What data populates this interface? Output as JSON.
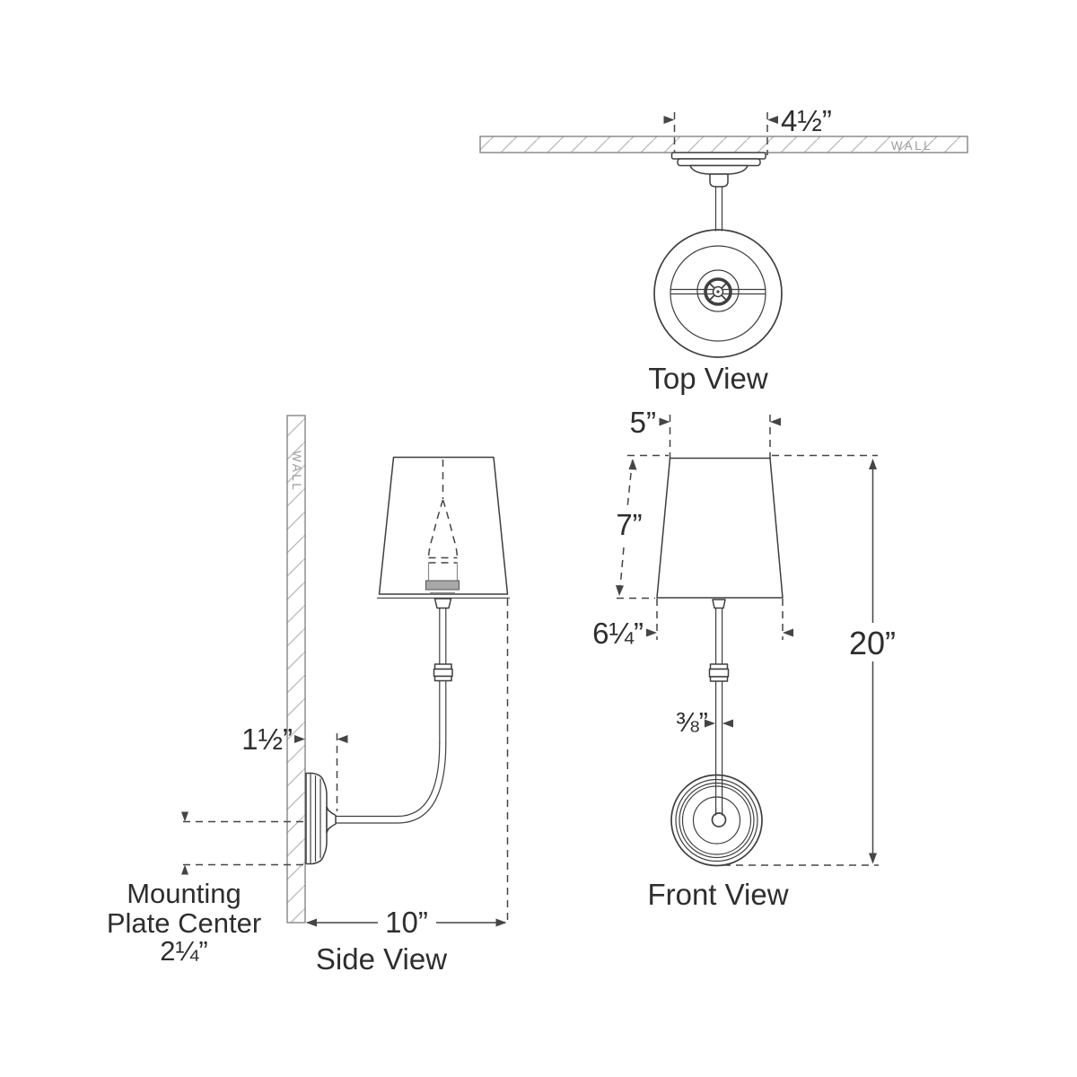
{
  "colors": {
    "line": "#3f3f3f",
    "dim": "#454545",
    "text": "#2e2e2e",
    "hatch": "#b9b9b9",
    "wall_line": "#7d7d7d",
    "wall_text": "#9c9c9c",
    "bg": "#ffffff"
  },
  "views": {
    "top": {
      "label": "Top View",
      "wall_label": "WALL",
      "dims": {
        "backplate_width": "4½”"
      }
    },
    "side": {
      "label": "Side View",
      "wall_label": "WALL",
      "dims": {
        "wall_offset": "1½”",
        "projection": "10”"
      },
      "note": {
        "line1": "Mounting",
        "line2": "Plate Center",
        "line3": "2¼”"
      }
    },
    "front": {
      "label": "Front View",
      "dims": {
        "shade_top_width": "5”",
        "shade_height": "7”",
        "shade_bottom_width": "6¼”",
        "overall_height": "20”",
        "stem_width": "⅜”"
      }
    }
  }
}
